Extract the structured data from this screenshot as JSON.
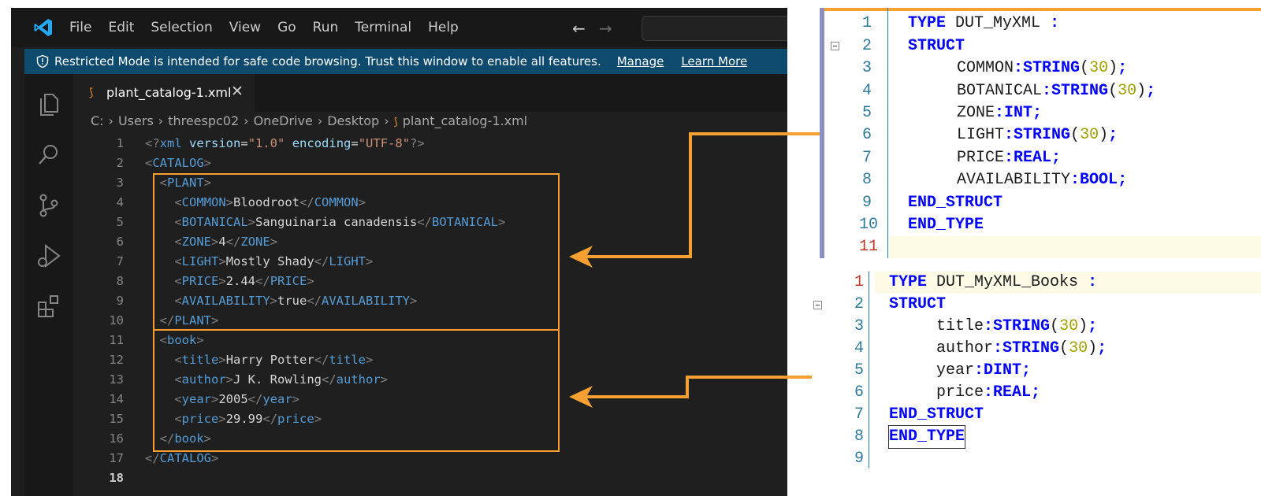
{
  "menu": [
    "File",
    "Edit",
    "Selection",
    "View",
    "Go",
    "Run",
    "Terminal",
    "Help"
  ],
  "restricted_banner": {
    "message": "Restricted Mode is intended for safe code browsing. Trust this window to enable all features.",
    "manage": "Manage",
    "learn_more": "Learn More"
  },
  "tab": {
    "filename": "plant_catalog-1.xml",
    "close": "✕"
  },
  "breadcrumb": [
    "C:",
    "Users",
    "threespc02",
    "OneDrive",
    "Desktop",
    "plant_catalog-1.xml"
  ],
  "editor_lines": [
    {
      "n": "1"
    },
    {
      "n": "2"
    },
    {
      "n": "3"
    },
    {
      "n": "4"
    },
    {
      "n": "5"
    },
    {
      "n": "6"
    },
    {
      "n": "7"
    },
    {
      "n": "8"
    },
    {
      "n": "9"
    },
    {
      "n": "10"
    },
    {
      "n": "11"
    },
    {
      "n": "12"
    },
    {
      "n": "13"
    },
    {
      "n": "14"
    },
    {
      "n": "15"
    },
    {
      "n": "16"
    },
    {
      "n": "17"
    },
    {
      "n": "18"
    }
  ],
  "xml": {
    "decl": {
      "version_attr": "version",
      "version_val": "\"1.0\"",
      "enc_attr": "encoding",
      "enc_val": "\"UTF-8\""
    },
    "catalog": "CATALOG",
    "plant": {
      "tag": "PLANT",
      "fields": [
        {
          "tag": "COMMON",
          "value": "Bloodroot"
        },
        {
          "tag": "BOTANICAL",
          "value": "Sanguinaria canadensis"
        },
        {
          "tag": "ZONE",
          "value": "4"
        },
        {
          "tag": "LIGHT",
          "value": "Mostly Shady"
        },
        {
          "tag": "PRICE",
          "value": "2.44"
        },
        {
          "tag": "AVAILABILITY",
          "value": "true"
        }
      ]
    },
    "book": {
      "tag": "book",
      "fields": [
        {
          "tag": "title",
          "value": "Harry Potter"
        },
        {
          "tag": "author",
          "value": "J K. Rowling"
        },
        {
          "tag": "year",
          "value": "2005"
        },
        {
          "tag": "price",
          "value": "29.99"
        }
      ]
    }
  },
  "plc_struct_1": {
    "name": "DUT_MyXML",
    "members": [
      {
        "name": "COMMON",
        "type": "STRING",
        "len": "30"
      },
      {
        "name": "BOTANICAL",
        "type": "STRING",
        "len": "30"
      },
      {
        "name": "ZONE",
        "type": "INT",
        "len": ""
      },
      {
        "name": "LIGHT",
        "type": "STRING",
        "len": "30"
      },
      {
        "name": "PRICE",
        "type": "REAL",
        "len": ""
      },
      {
        "name": "AVAILABILITY",
        "type": "BOOL",
        "len": ""
      }
    ]
  },
  "plc_struct_2": {
    "name": "DUT_MyXML_Books",
    "members": [
      {
        "name": "title",
        "type": "STRING",
        "len": "30"
      },
      {
        "name": "author",
        "type": "STRING",
        "len": "30"
      },
      {
        "name": "year",
        "type": "DINT",
        "len": ""
      },
      {
        "name": "price",
        "type": "REAL",
        "len": ""
      }
    ]
  },
  "keywords": {
    "type": "TYPE",
    "struct": "STRUCT",
    "end_struct": "END_STRUCT",
    "end_type": "END_TYPE"
  },
  "colors": {
    "accent_box": "#f5a030",
    "vscode_bg": "#1f1f1f",
    "banner": "#0e4a6e",
    "plc_keyword": "#0000ff"
  }
}
